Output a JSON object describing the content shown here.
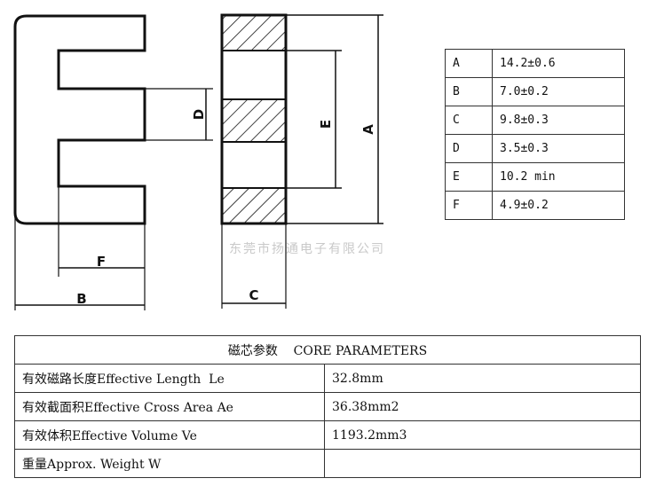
{
  "dimensions": [
    {
      "label": "A",
      "value": "14.2±0.6"
    },
    {
      "label": "B",
      "value": "7.0±0.2"
    },
    {
      "label": "C",
      "value": "9.8±0.3"
    },
    {
      "label": "D",
      "value": "3.5±0.3"
    },
    {
      "label": "E",
      "value": "10.2 min"
    },
    {
      "label": "F",
      "value": "4.9±0.2"
    }
  ],
  "watermark": "东莞市扬通电子有限公司",
  "parameters": {
    "header": "磁芯参数    CORE PARAMETERS",
    "rows": [
      {
        "name": "有效磁路长度Effective Length  Le",
        "value": "32.8mm"
      },
      {
        "name": "有效截面积Effective Cross Area Ae",
        "value": "36.38mm2"
      },
      {
        "name": "有效体积Effective Volume Ve",
        "value": "1193.2mm3"
      },
      {
        "name": "重量Approx. Weight W",
        "value": ""
      }
    ]
  }
}
